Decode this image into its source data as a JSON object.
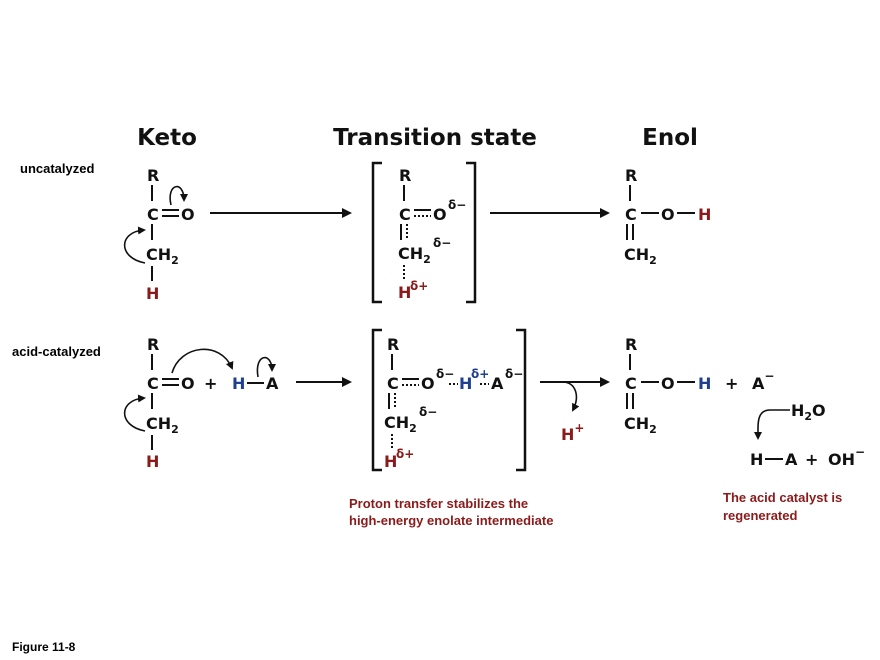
{
  "headers": {
    "keto": "Keto",
    "transition": "Transition state",
    "enol": "Enol"
  },
  "labels": {
    "uncatalyzed": "uncatalyzed",
    "acid": "acid-catalyzed"
  },
  "atoms": {
    "R": "R",
    "C": "C",
    "O": "O",
    "H": "H",
    "A": "A",
    "CH": "CH",
    "two": "2",
    "plus": "+",
    "delta_minus": "δ−",
    "delta_plus": "δ+",
    "minus": "−",
    "H2O_H": "H",
    "H2O_O": "O",
    "OH": "OH"
  },
  "notes": {
    "proton_line1": "Proton transfer stabilizes the",
    "proton_line2": "high-energy enolate intermediate",
    "catalyst_line1": "The acid catalyst is",
    "catalyst_line2": "regenerated"
  },
  "figure": "Figure 11-8",
  "colors": {
    "red": "#8b1a1a",
    "blue": "#1f3f8f",
    "black": "#111111"
  }
}
